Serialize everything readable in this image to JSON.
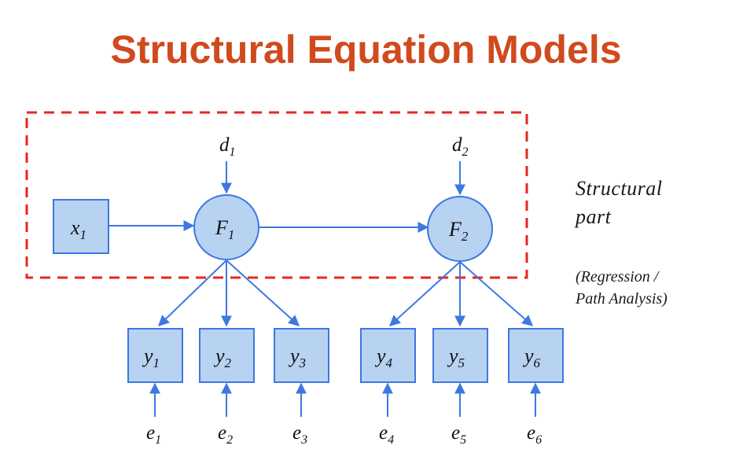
{
  "title": "Structural Equation Models",
  "side_note": {
    "structural_line1": "Structural",
    "structural_line2": "part",
    "regression_line1": "(Regression /",
    "regression_line2": "Path Analysis)"
  },
  "nodes": {
    "x1": {
      "main": "x",
      "sub": "1"
    },
    "F1": {
      "main": "F",
      "sub": "1"
    },
    "F2": {
      "main": "F",
      "sub": "2"
    },
    "d1": {
      "main": "d",
      "sub": "1"
    },
    "d2": {
      "main": "d",
      "sub": "2"
    },
    "y1": {
      "main": "y",
      "sub": "1"
    },
    "y2": {
      "main": "y",
      "sub": "2"
    },
    "y3": {
      "main": "y",
      "sub": "3"
    },
    "y4": {
      "main": "y",
      "sub": "4"
    },
    "y5": {
      "main": "y",
      "sub": "5"
    },
    "y6": {
      "main": "y",
      "sub": "6"
    },
    "e1": {
      "main": "e",
      "sub": "1"
    },
    "e2": {
      "main": "e",
      "sub": "2"
    },
    "e3": {
      "main": "e",
      "sub": "3"
    },
    "e4": {
      "main": "e",
      "sub": "4"
    },
    "e5": {
      "main": "e",
      "sub": "5"
    },
    "e6": {
      "main": "e",
      "sub": "6"
    }
  },
  "colors": {
    "title": "#d04a1e",
    "node_fill": "#b8d2f2",
    "node_stroke": "#3d78e0",
    "arrow": "#3d78e0",
    "dashed_box": "#e8261e"
  }
}
